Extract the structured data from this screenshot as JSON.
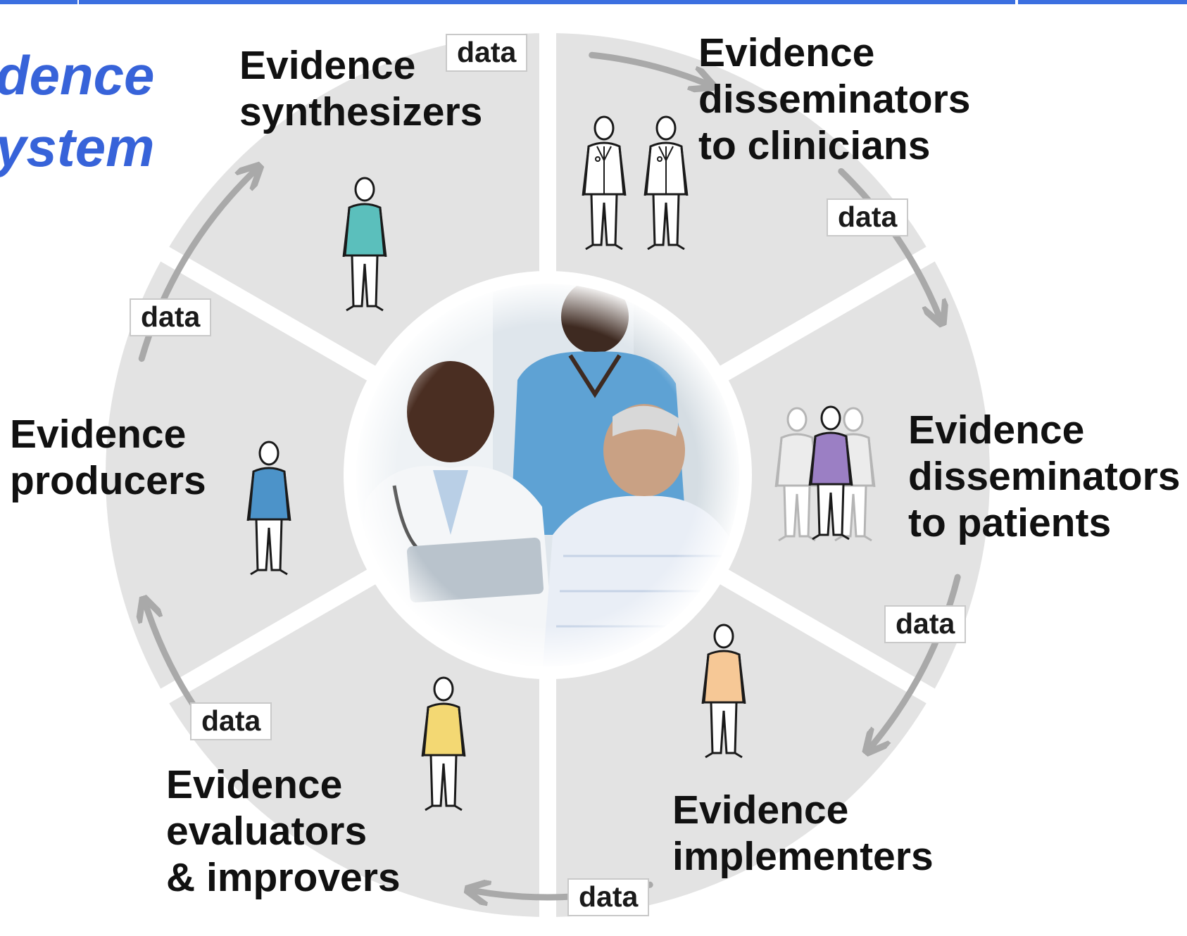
{
  "title": {
    "lines": [
      "dence",
      "ystem"
    ]
  },
  "accent_color": "#3763d9",
  "segment_color": "#e3e3e3",
  "arrow_color": "#a9a9a9",
  "roles": [
    {
      "id": "synthesizers",
      "lines": [
        "Evidence",
        "synthesizers"
      ],
      "figure_color": "#5bbfbc"
    },
    {
      "id": "disseminators-clinicians",
      "lines": [
        "Evidence",
        "disseminators",
        "to clinicians"
      ],
      "figure_color": "#ffffff"
    },
    {
      "id": "disseminators-patients",
      "lines": [
        "Evidence",
        "disseminators",
        "to patients"
      ],
      "figure_color": "#9b7fc4"
    },
    {
      "id": "implementers",
      "lines": [
        "Evidence",
        "implementers"
      ],
      "figure_color": "#f6c896"
    },
    {
      "id": "evaluators",
      "lines": [
        "Evidence",
        "evaluators",
        "& improvers"
      ],
      "figure_color": "#f3d873"
    },
    {
      "id": "producers",
      "lines": [
        "Evidence",
        "producers"
      ],
      "figure_color": "#4c93c9"
    }
  ],
  "data_tags": [
    {
      "id": "synth-to-clinicians",
      "text": "data"
    },
    {
      "id": "clinicians-to-patients",
      "text": "data"
    },
    {
      "id": "patients-to-implementers",
      "text": "data"
    },
    {
      "id": "implementers-to-evaluators",
      "text": "data"
    },
    {
      "id": "evaluators-to-producers",
      "text": "data"
    },
    {
      "id": "producers-to-synth",
      "text": "data"
    }
  ],
  "center_image": {
    "icon": "clinicians-with-patient-photo"
  }
}
